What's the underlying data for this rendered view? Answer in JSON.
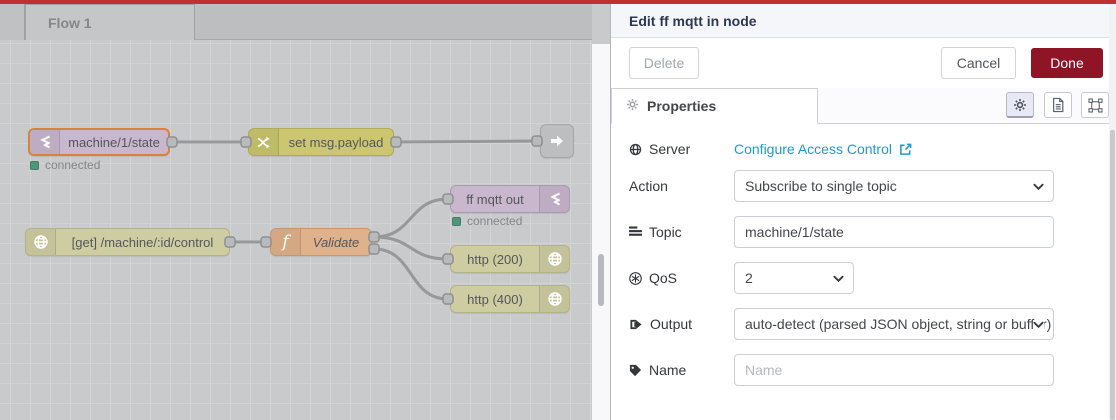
{
  "colors": {
    "topbar_red": "#c13030",
    "done_button": "#8e1426",
    "link_blue": "#1e9bd7",
    "status_green": "#4e9579",
    "selected_node_border": "#d8833c"
  },
  "canvas": {
    "tab_label": "Flow 1",
    "nodes": [
      {
        "label": "machine/1/state",
        "status": "connected"
      },
      {
        "label": "set msg.payload"
      },
      {
        "label": ""
      },
      {
        "label": "ff mqtt out",
        "status": "connected"
      },
      {
        "label": "[get] /machine/:id/control"
      },
      {
        "label": "Validate"
      },
      {
        "label": "http (200)"
      },
      {
        "label": "http (400)"
      }
    ]
  },
  "panel": {
    "title": "Edit ff mqtt in node",
    "delete_label": "Delete",
    "cancel_label": "Cancel",
    "done_label": "Done",
    "properties_tab": "Properties",
    "fields": {
      "server_label": "Server",
      "server_link": "Configure Access Control",
      "action_label": "Action",
      "action_value": "Subscribe to single topic",
      "topic_label": "Topic",
      "topic_value": "machine/1/state",
      "qos_label": "QoS",
      "qos_value": "2",
      "output_label": "Output",
      "output_value": "auto-detect (parsed JSON object, string or buffer)",
      "name_label": "Name",
      "name_placeholder": "Name"
    }
  }
}
